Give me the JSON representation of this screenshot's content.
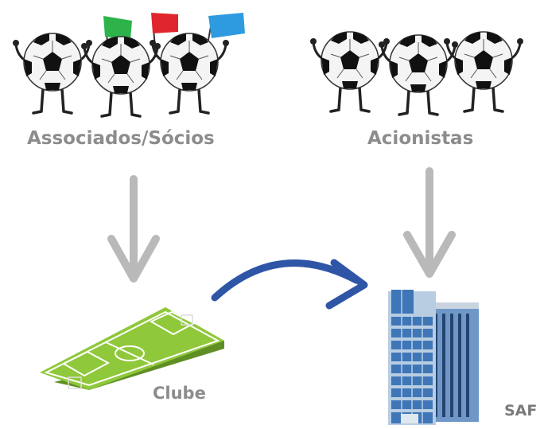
{
  "labels": {
    "associados": "Associados/Sócios",
    "acionistas": "Acionistas",
    "clube": "Clube",
    "saf": "SAF"
  },
  "colors": {
    "label_gray": "#8c8c8c",
    "down_arrow": "#b9b9b9",
    "curved_arrow": "#2f56a6",
    "flag_green": "#2db34a",
    "flag_red": "#e0262c",
    "flag_blue": "#2e9be0",
    "field_green": "#8fc83a",
    "building_blue": "#3f76b8"
  },
  "icons": {
    "ball_character": "soccer-ball-mascot-icon",
    "field": "soccer-field-icon",
    "building": "office-building-icon"
  }
}
